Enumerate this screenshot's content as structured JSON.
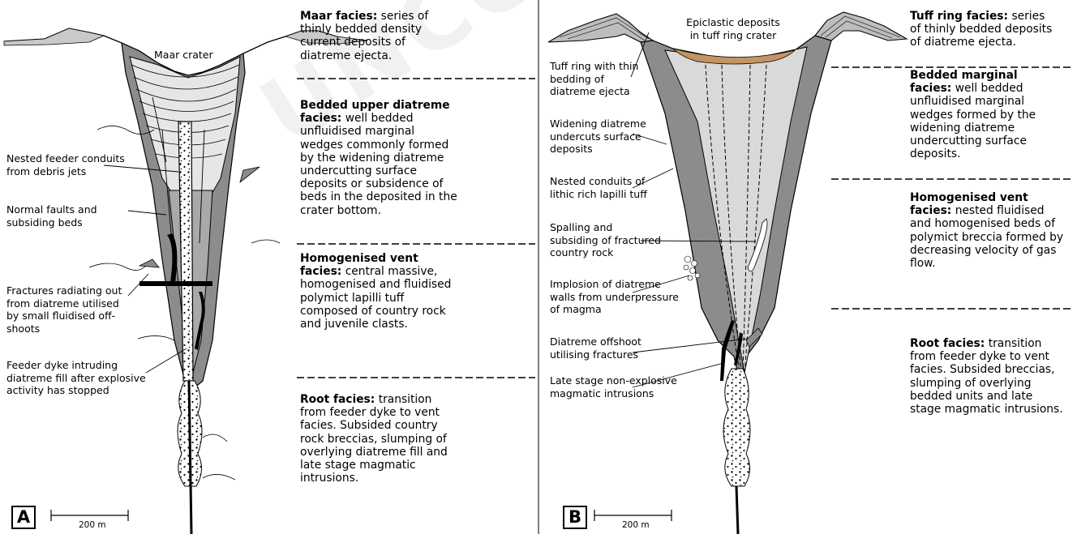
{
  "watermark": "UNCORRECTED",
  "panel_a": {
    "letter": "A",
    "scale_label": "200 m",
    "crater_label": "Maar crater",
    "labels": {
      "nested": [
        "Nested feeder conduits",
        "from debris jets"
      ],
      "faults": [
        "Normal faults and",
        "subsiding beds"
      ],
      "fractures": [
        "Fractures radiating out",
        "from diatreme utilised",
        "by small fluidised off-",
        "shoots"
      ],
      "feeder": [
        "Feeder dyke intruding",
        "diatreme fill after explosive",
        "activity has stopped"
      ]
    },
    "facies": [
      {
        "title": "Maar facies:",
        "lines": [
          "series of",
          "thinly bedded density",
          "current deposits of",
          "diatreme ejecta."
        ]
      },
      {
        "title": "Bedded upper diatreme",
        "lines": [
          "facies:",
          "well bedded",
          "unfluidised marginal",
          "wedges commonly formed",
          "by the widening diatreme",
          "undercutting surface",
          "deposits or subsidence of",
          "beds in the deposited in the",
          "crater bottom."
        ]
      },
      {
        "title": "Homogenised vent",
        "lines": [
          "facies:",
          "central massive,",
          "homogenised and fluidised",
          "polymict lapilli tuff",
          "composed of country rock",
          "and juvenile clasts."
        ]
      },
      {
        "title": "Root facies:",
        "lines": [
          "transition",
          "from feeder dyke to vent",
          "facies. Subsided country",
          "rock breccias, slumping of",
          "overlying diatreme fill and",
          "late stage magmatic",
          "intrusions."
        ]
      }
    ]
  },
  "panel_b": {
    "letter": "B",
    "scale_label": "200 m",
    "epiclastic_label": [
      "Epiclastic deposits",
      "in tuff ring crater"
    ],
    "labels": {
      "tuffring": [
        "Tuff ring with thin",
        "bedding of",
        "diatreme ejecta"
      ],
      "widening": [
        "Widening diatreme",
        "undercuts surface",
        "deposits"
      ],
      "nested": [
        "Nested conduits of",
        "lithic rich lapilli tuff"
      ],
      "spalling": [
        "Spalling and",
        "subsiding of fractured",
        "country rock"
      ],
      "implosion": [
        "Implosion of diatreme",
        "walls from underpressure",
        "of magma"
      ],
      "offshoot": [
        "Diatreme offshoot",
        "utilising fractures"
      ],
      "late": [
        "Late stage non-explosive",
        "magmatic intrusions"
      ]
    },
    "facies": [
      {
        "title": "Tuff ring facies:",
        "lines": [
          "series",
          "of thinly bedded deposits",
          "of diatreme ejecta."
        ]
      },
      {
        "title": "Bedded marginal",
        "lines": [
          "facies:",
          "well bedded",
          "unfluidised marginal",
          "wedges formed by the",
          "widening diatreme",
          "undercutting surface",
          "deposits."
        ]
      },
      {
        "title": "Homogenised vent",
        "lines": [
          "facies:",
          "nested fluidised",
          "and homogenised beds of",
          "polymict breccia formed by",
          "decreasing velocity of gas",
          "flow."
        ]
      },
      {
        "title": "Root facies:",
        "lines": [
          "transition",
          "from feeder dyke to vent",
          "facies. Subsided breccias,",
          "slumping of overlying",
          "bedded units and late",
          "stage magmatic intrusions."
        ]
      }
    ]
  },
  "colors": {
    "dark_gray": "#8c8c8c",
    "mid_gray": "#bdbdbd",
    "light_gray": "#d9d9d9",
    "epiclastic": "#c49461",
    "line": "#000000"
  }
}
